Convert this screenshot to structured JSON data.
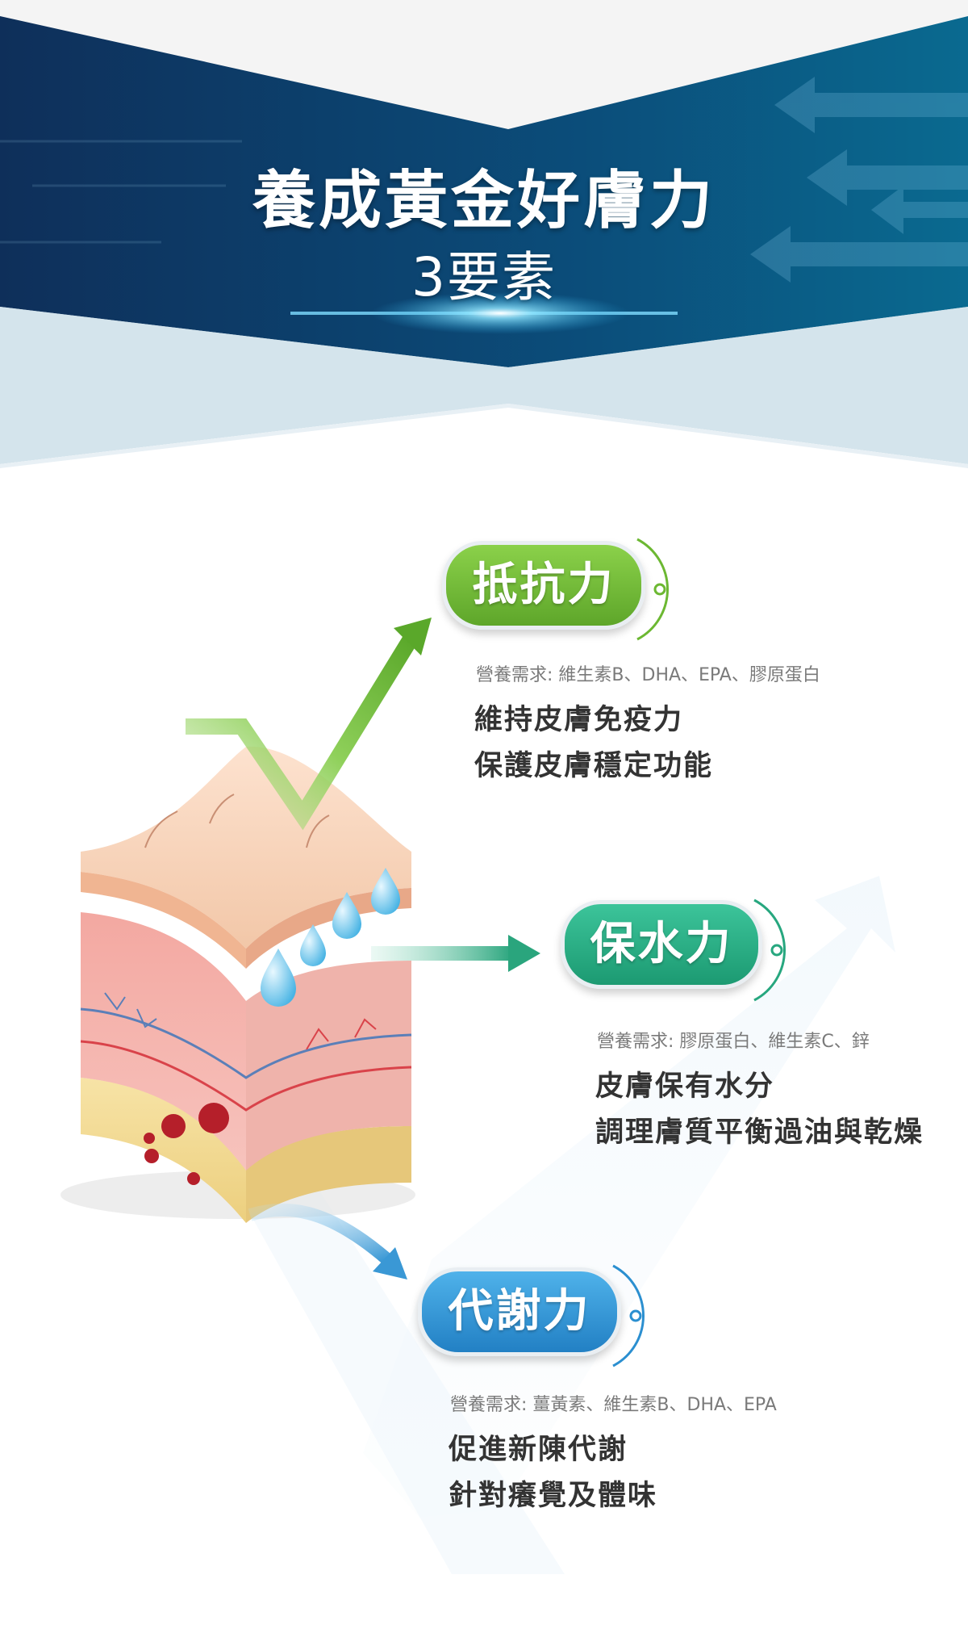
{
  "header": {
    "title": "養成黃金好膚力",
    "subtitle": "3要素"
  },
  "factors": [
    {
      "label": "抵抗力",
      "color": "#6cb832",
      "nutrients": "營養需求: 維生素B、DHA、EPA、膠原蛋白",
      "benefits": [
        "維持皮膚免疫力",
        "保護皮膚穩定功能"
      ],
      "icon": "upward-check-arrow-icon"
    },
    {
      "label": "保水力",
      "color": "#27a77f",
      "nutrients": "營養需求: 膠原蛋白、維生素C、鋅",
      "benefits": [
        "皮膚保有水分",
        "調理膚質平衡過油與乾燥"
      ],
      "icon": "right-arrow-icon"
    },
    {
      "label": "代謝力",
      "color": "#2b8fd0",
      "nutrients": "營養需求: 薑黃素、維生素B、DHA、EPA",
      "benefits": [
        "促進新陳代謝",
        "針對癢覺及體味"
      ],
      "icon": "down-curve-arrow-icon"
    }
  ],
  "illustration": {
    "icon": "skin-layers-cross-section-icon"
  }
}
